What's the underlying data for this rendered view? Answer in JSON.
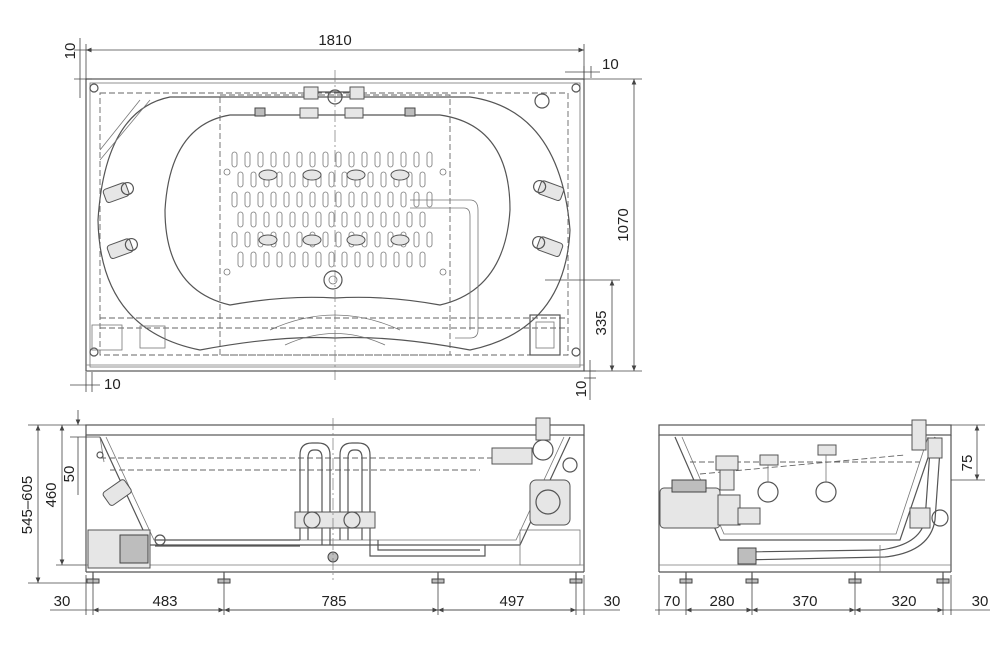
{
  "top_view": {
    "overall_length": "1810",
    "left_margin_top": "10",
    "right_margin_top": "10",
    "overall_width": "1070",
    "drain_offset": "335",
    "left_margin_bottom": "10",
    "right_margin_bottom": "10"
  },
  "side_view": {
    "total_height": "545–605",
    "rim_height": "460",
    "rim_thickness": "50",
    "end_left": "30",
    "span_1": "483",
    "span_2": "785",
    "span_3": "497",
    "end_right": "30"
  },
  "end_view": {
    "top_offset": "75",
    "span_1": "70",
    "span_2": "280",
    "span_3": "370",
    "span_4": "320",
    "end_right": "30"
  },
  "colors": {
    "line": "#555555",
    "dim": "#444444",
    "text": "#222222"
  }
}
